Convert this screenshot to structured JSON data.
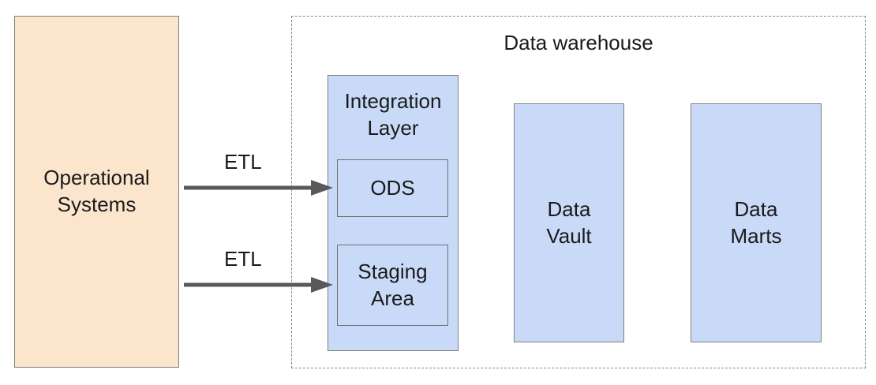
{
  "operational_systems": {
    "line1": "Operational",
    "line2": "Systems"
  },
  "data_warehouse": {
    "title": "Data warehouse",
    "integration_layer": {
      "line1": "Integration",
      "line2": "Layer",
      "ods": "ODS",
      "staging": {
        "line1": "Staging",
        "line2": "Area"
      }
    },
    "data_vault": {
      "line1": "Data",
      "line2": "Vault"
    },
    "data_marts": {
      "line1": "Data",
      "line2": "Marts"
    }
  },
  "flows": [
    {
      "label": "ETL",
      "target": "ODS"
    },
    {
      "label": "ETL",
      "target": "Staging Area"
    }
  ],
  "colors": {
    "source_fill": "#fce5cd",
    "warehouse_fill": "#c9daf8",
    "arrow": "#595959"
  }
}
